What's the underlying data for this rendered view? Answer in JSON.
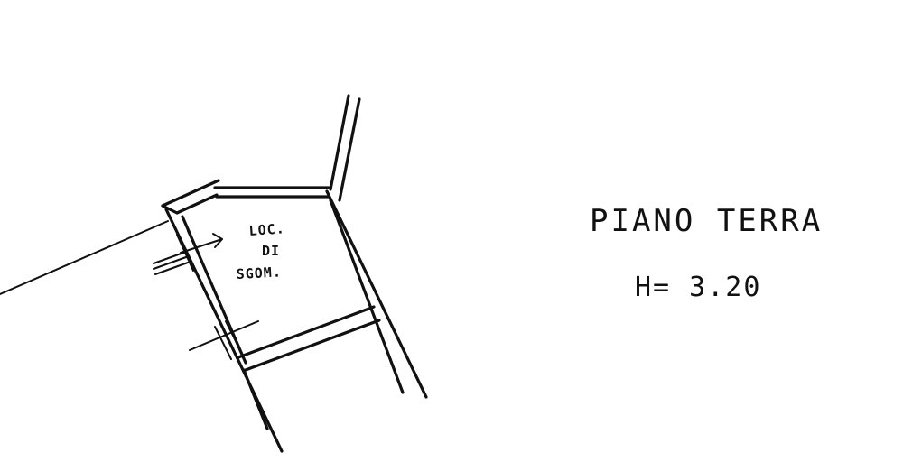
{
  "room": {
    "label_line1": "LOC.",
    "label_line2": "DI",
    "label_line3": "SGOM."
  },
  "floor": {
    "title": "PIANO TERRA",
    "height": "H= 3.20"
  },
  "ink_color": "#111111"
}
